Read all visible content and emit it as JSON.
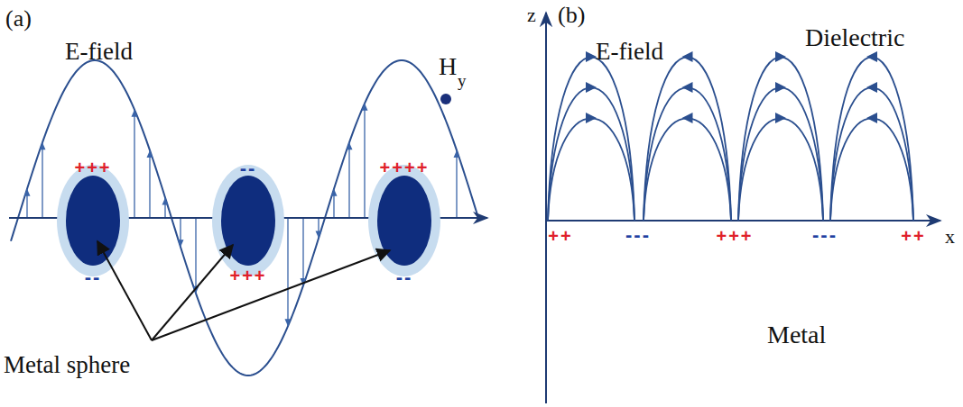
{
  "diagram": {
    "labels": [
      "(a)",
      "E-field",
      "H",
      "y",
      "Metal sphere",
      "+++",
      "--",
      "--",
      "+++",
      "++++",
      "--",
      "(b)",
      "z",
      "E-field",
      "Dielectric",
      "x",
      "++",
      "---",
      "+++",
      "---",
      "++",
      "Metal"
    ]
  }
}
